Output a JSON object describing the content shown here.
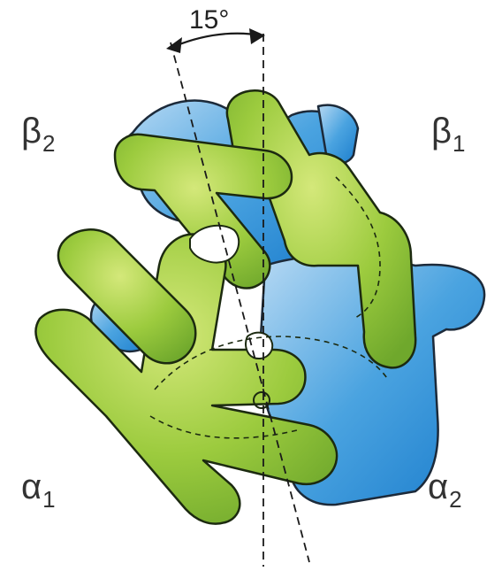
{
  "figure": {
    "angle_label": "15°",
    "subunits": [
      {
        "greek": "β",
        "sub": "2"
      },
      {
        "greek": "β",
        "sub": "1"
      },
      {
        "greek": "α",
        "sub": "1"
      },
      {
        "greek": "α",
        "sub": "2"
      }
    ],
    "colors": {
      "green": "#8cc23a",
      "green_light": "#c6e06a",
      "blue": "#2e8fd6",
      "blue_light": "#a9d0f0",
      "outline": "#1c2a10"
    }
  }
}
